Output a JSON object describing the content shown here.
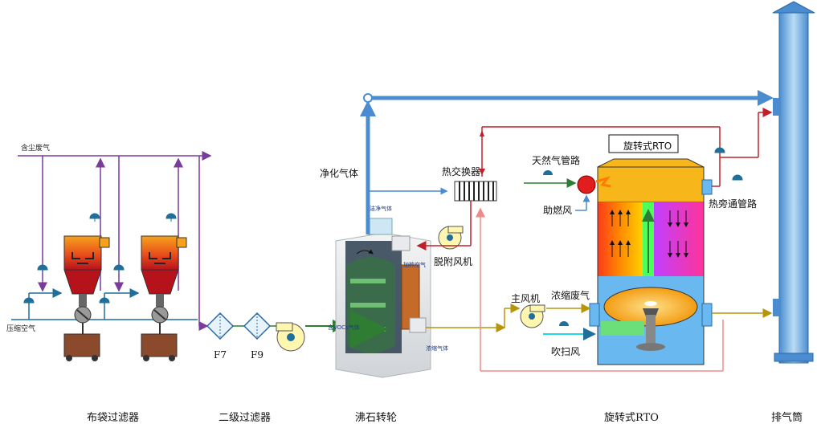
{
  "labels": {
    "raw_gas": "含尘废气",
    "compressed_air": "压缩空气",
    "f7": "F7",
    "f9": "F9",
    "clean_gas": "净化气体",
    "heat_exchanger": "热交换器",
    "desorption_fan": "脱附风机",
    "natural_gas": "天然气管路",
    "combustion_air": "助燃风",
    "rto_title": "旋转式RTO",
    "bypass": "热旁通管路",
    "main_fan": "主风机",
    "concentrated_gas": "浓缩废气",
    "purge_air": "吹扫风"
  },
  "wheel_labels": {
    "clean": "洁净气体",
    "hot_air": "加热空气",
    "voc_in": "含VOCs气体",
    "concentrated": "浓缩气体"
  },
  "stages": {
    "bag_filter": "布袋过滤器",
    "secondary_filter": "二级过滤器",
    "zeolite_wheel": "沸石转轮",
    "rto": "旋转式RTO",
    "stack": "排气筒"
  },
  "colors": {
    "purple_line": "#7b3b9a",
    "teal_line": "#1f6f9a",
    "blue_pipe": "#5b9bd5",
    "olive_line": "#b7950b",
    "red_line": "#c0202a",
    "pink_line": "#f08a8a",
    "stack": "#7ab6e3"
  }
}
